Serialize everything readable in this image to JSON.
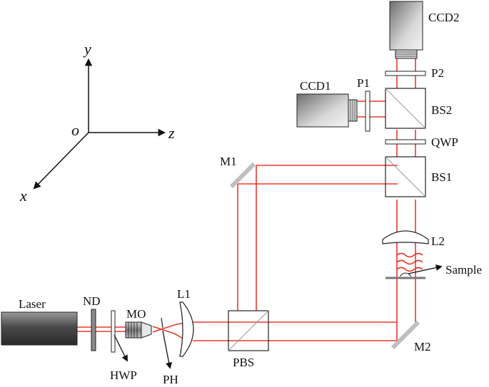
{
  "diagram": {
    "axes": {
      "y": "y",
      "z": "z",
      "x": "x",
      "origin": "o"
    },
    "labels": {
      "laser": "Laser",
      "nd": "ND",
      "mo": "MO",
      "hwp": "HWP",
      "ph": "PH",
      "l1": "L1",
      "pbs": "PBS",
      "m1": "M1",
      "m2": "M2",
      "bs1": "BS1",
      "bs2": "BS2",
      "qwp": "QWP",
      "p1": "P1",
      "p2": "P2",
      "ccd1": "CCD1",
      "ccd2": "CCD2",
      "l2": "L2",
      "sample": "Sample"
    },
    "colors": {
      "beam": "#e8392b",
      "line": "#222222",
      "glass": "#bfbfbf"
    }
  }
}
